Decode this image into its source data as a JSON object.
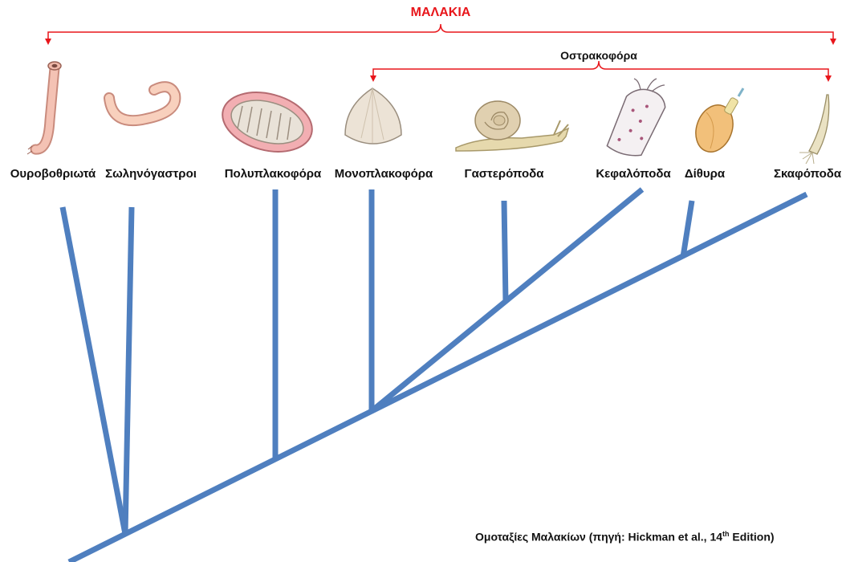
{
  "groups": {
    "malakia": "ΜΑΛΑΚΙΑ",
    "ostrakofora": "Οστρακοφόρα"
  },
  "taxa": [
    {
      "name": "Ουροβοθριωτά",
      "icon": "worm-icon"
    },
    {
      "name": "Σωληνόγαστροι",
      "icon": "curled-worm-icon"
    },
    {
      "name": "Πολυπλακοφόρα",
      "icon": "chiton-icon"
    },
    {
      "name": "Μονοπλακοφόρα",
      "icon": "limpet-shell-icon"
    },
    {
      "name": "Γαστερόποδα",
      "icon": "snail-icon"
    },
    {
      "name": "Κεφαλόποδα",
      "icon": "squid-icon"
    },
    {
      "name": "Δίθυρα",
      "icon": "bivalve-icon"
    },
    {
      "name": "Σκαφόποδα",
      "icon": "tusk-shell-icon"
    }
  ],
  "caption": {
    "text": "Ομοταξίες Μαλακίων (πηγή: Hickman et al., 14",
    "sup": "th",
    "end": " Edition)"
  },
  "colors": {
    "tree": "#4f7fbf",
    "malakia_bracket": "#e8161b",
    "ostrakofora_bracket": "#e8161b",
    "text": "#111111"
  }
}
